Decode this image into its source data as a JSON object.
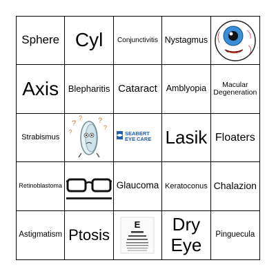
{
  "board": {
    "cells": [
      {
        "label": "Sphere"
      },
      {
        "label": "Cyl"
      },
      {
        "label": "Conjunctivitis"
      },
      {
        "label": "Nystagmus"
      },
      {
        "image": "cartoon-eyeball-icon"
      },
      {
        "label": "Axis"
      },
      {
        "label": "Blepharitis"
      },
      {
        "label": "Cataract"
      },
      {
        "label": "Amblyopia"
      },
      {
        "label": "Macular Degeneration"
      },
      {
        "label": "Strabismus"
      },
      {
        "image": "confused-contact-lens-icon"
      },
      {
        "logo": {
          "line1": "SEABERT",
          "line2": "EYE CARE",
          "color": "#1f5fb4"
        }
      },
      {
        "label": "Lasik"
      },
      {
        "label": "Floaters"
      },
      {
        "label": "Retinoblastoma"
      },
      {
        "image": "eyeglasses-icon"
      },
      {
        "label": "Glaucoma"
      },
      {
        "label": "Keratoconus"
      },
      {
        "label": "Chalazion"
      },
      {
        "label": "Astigmatism"
      },
      {
        "label": "Ptosis"
      },
      {
        "image": "eye-chart-icon",
        "chart_letters": "E"
      },
      {
        "label": "Dry Eye"
      },
      {
        "label": "Pinguecula"
      }
    ]
  }
}
